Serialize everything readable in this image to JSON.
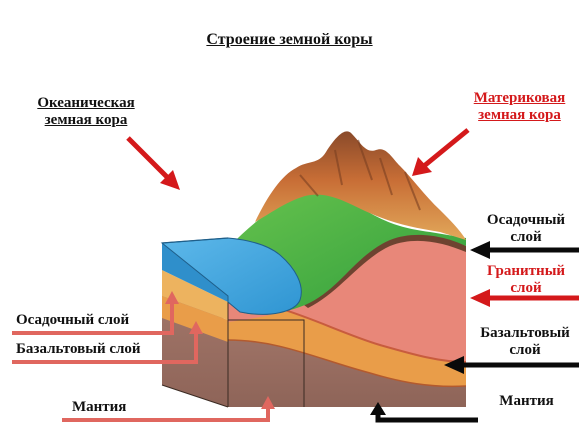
{
  "title": "Строение земной коры",
  "labels": {
    "oceanic_crust": [
      "Океаническая",
      "земная кора"
    ],
    "continental_crust": [
      "Материковая",
      "земная кора"
    ],
    "sedimentary_right": [
      "Осадочный",
      "слой"
    ],
    "granite_right": [
      "Гранитный",
      "слой"
    ],
    "basalt_right": [
      "Базальтовый",
      "слой"
    ],
    "mantle_right": "Мантия",
    "sedimentary_left": "Осадочный слой",
    "basalt_left": "Базальтовый слой",
    "mantle_left": "Мантия"
  },
  "colors": {
    "title_text": "#111111",
    "accent_red": "#d4191b",
    "arrow_black": "#0a0a0a",
    "ocean": "#3ba2dd",
    "sediment": "#ecb15e",
    "granite": "#e78578",
    "basalt": "#e89a4a",
    "mantle": "#9e7267",
    "vegetation": "#4fb63f",
    "mountains": "#c06a38"
  }
}
